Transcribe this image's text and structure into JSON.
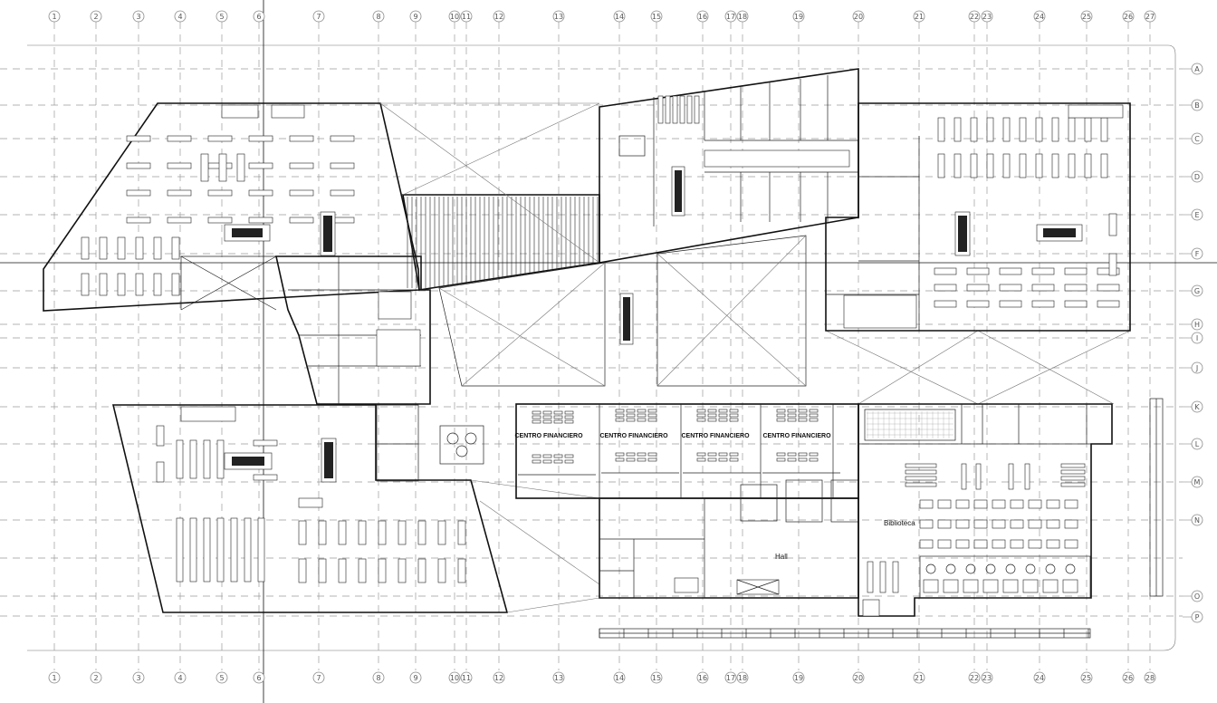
{
  "axes": {
    "numbered": [
      "1",
      "2",
      "3",
      "4",
      "5",
      "6",
      "7",
      "8",
      "9",
      "10",
      "11",
      "12",
      "13",
      "14",
      "15",
      "16",
      "17",
      "18",
      "19",
      "20",
      "21",
      "22",
      "23",
      "24",
      "25",
      "26",
      "27"
    ],
    "bottom_numbered": [
      "1",
      "2",
      "3",
      "4",
      "5",
      "6",
      "7",
      "8",
      "9",
      "10",
      "11",
      "12",
      "13",
      "14",
      "15",
      "16",
      "17",
      "18",
      "19",
      "20",
      "21",
      "22",
      "23",
      "24",
      "25",
      "26",
      "28"
    ],
    "lettered": [
      "A",
      "B",
      "C",
      "D",
      "E",
      "F",
      "G",
      "H",
      "I",
      "J",
      "K",
      "L",
      "M",
      "N",
      "O",
      "P"
    ]
  },
  "rooms": {
    "centro_1": "CENTRO FINANCIERO",
    "centro_2": "CENTRO FINANCIERO",
    "centro_3": "CENTRO FINANCIERO",
    "centro_4": "CENTRO FINANCIERO",
    "biblioteca": "Biblioteca",
    "hall": "Hall"
  }
}
